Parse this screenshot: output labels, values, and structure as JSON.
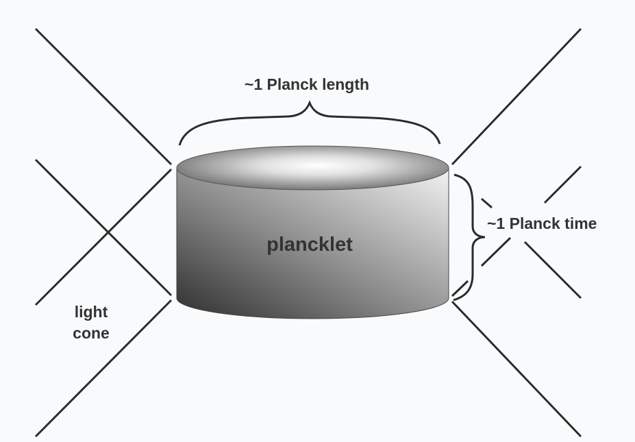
{
  "labels": {
    "length": "~1 Planck length",
    "time": "~1 Planck time",
    "object": "plancklet",
    "cone_line1": "light",
    "cone_line2": "cone"
  },
  "colors": {
    "background": "#f8fafc",
    "lines": "#2b2b2b",
    "text": "#333333"
  }
}
